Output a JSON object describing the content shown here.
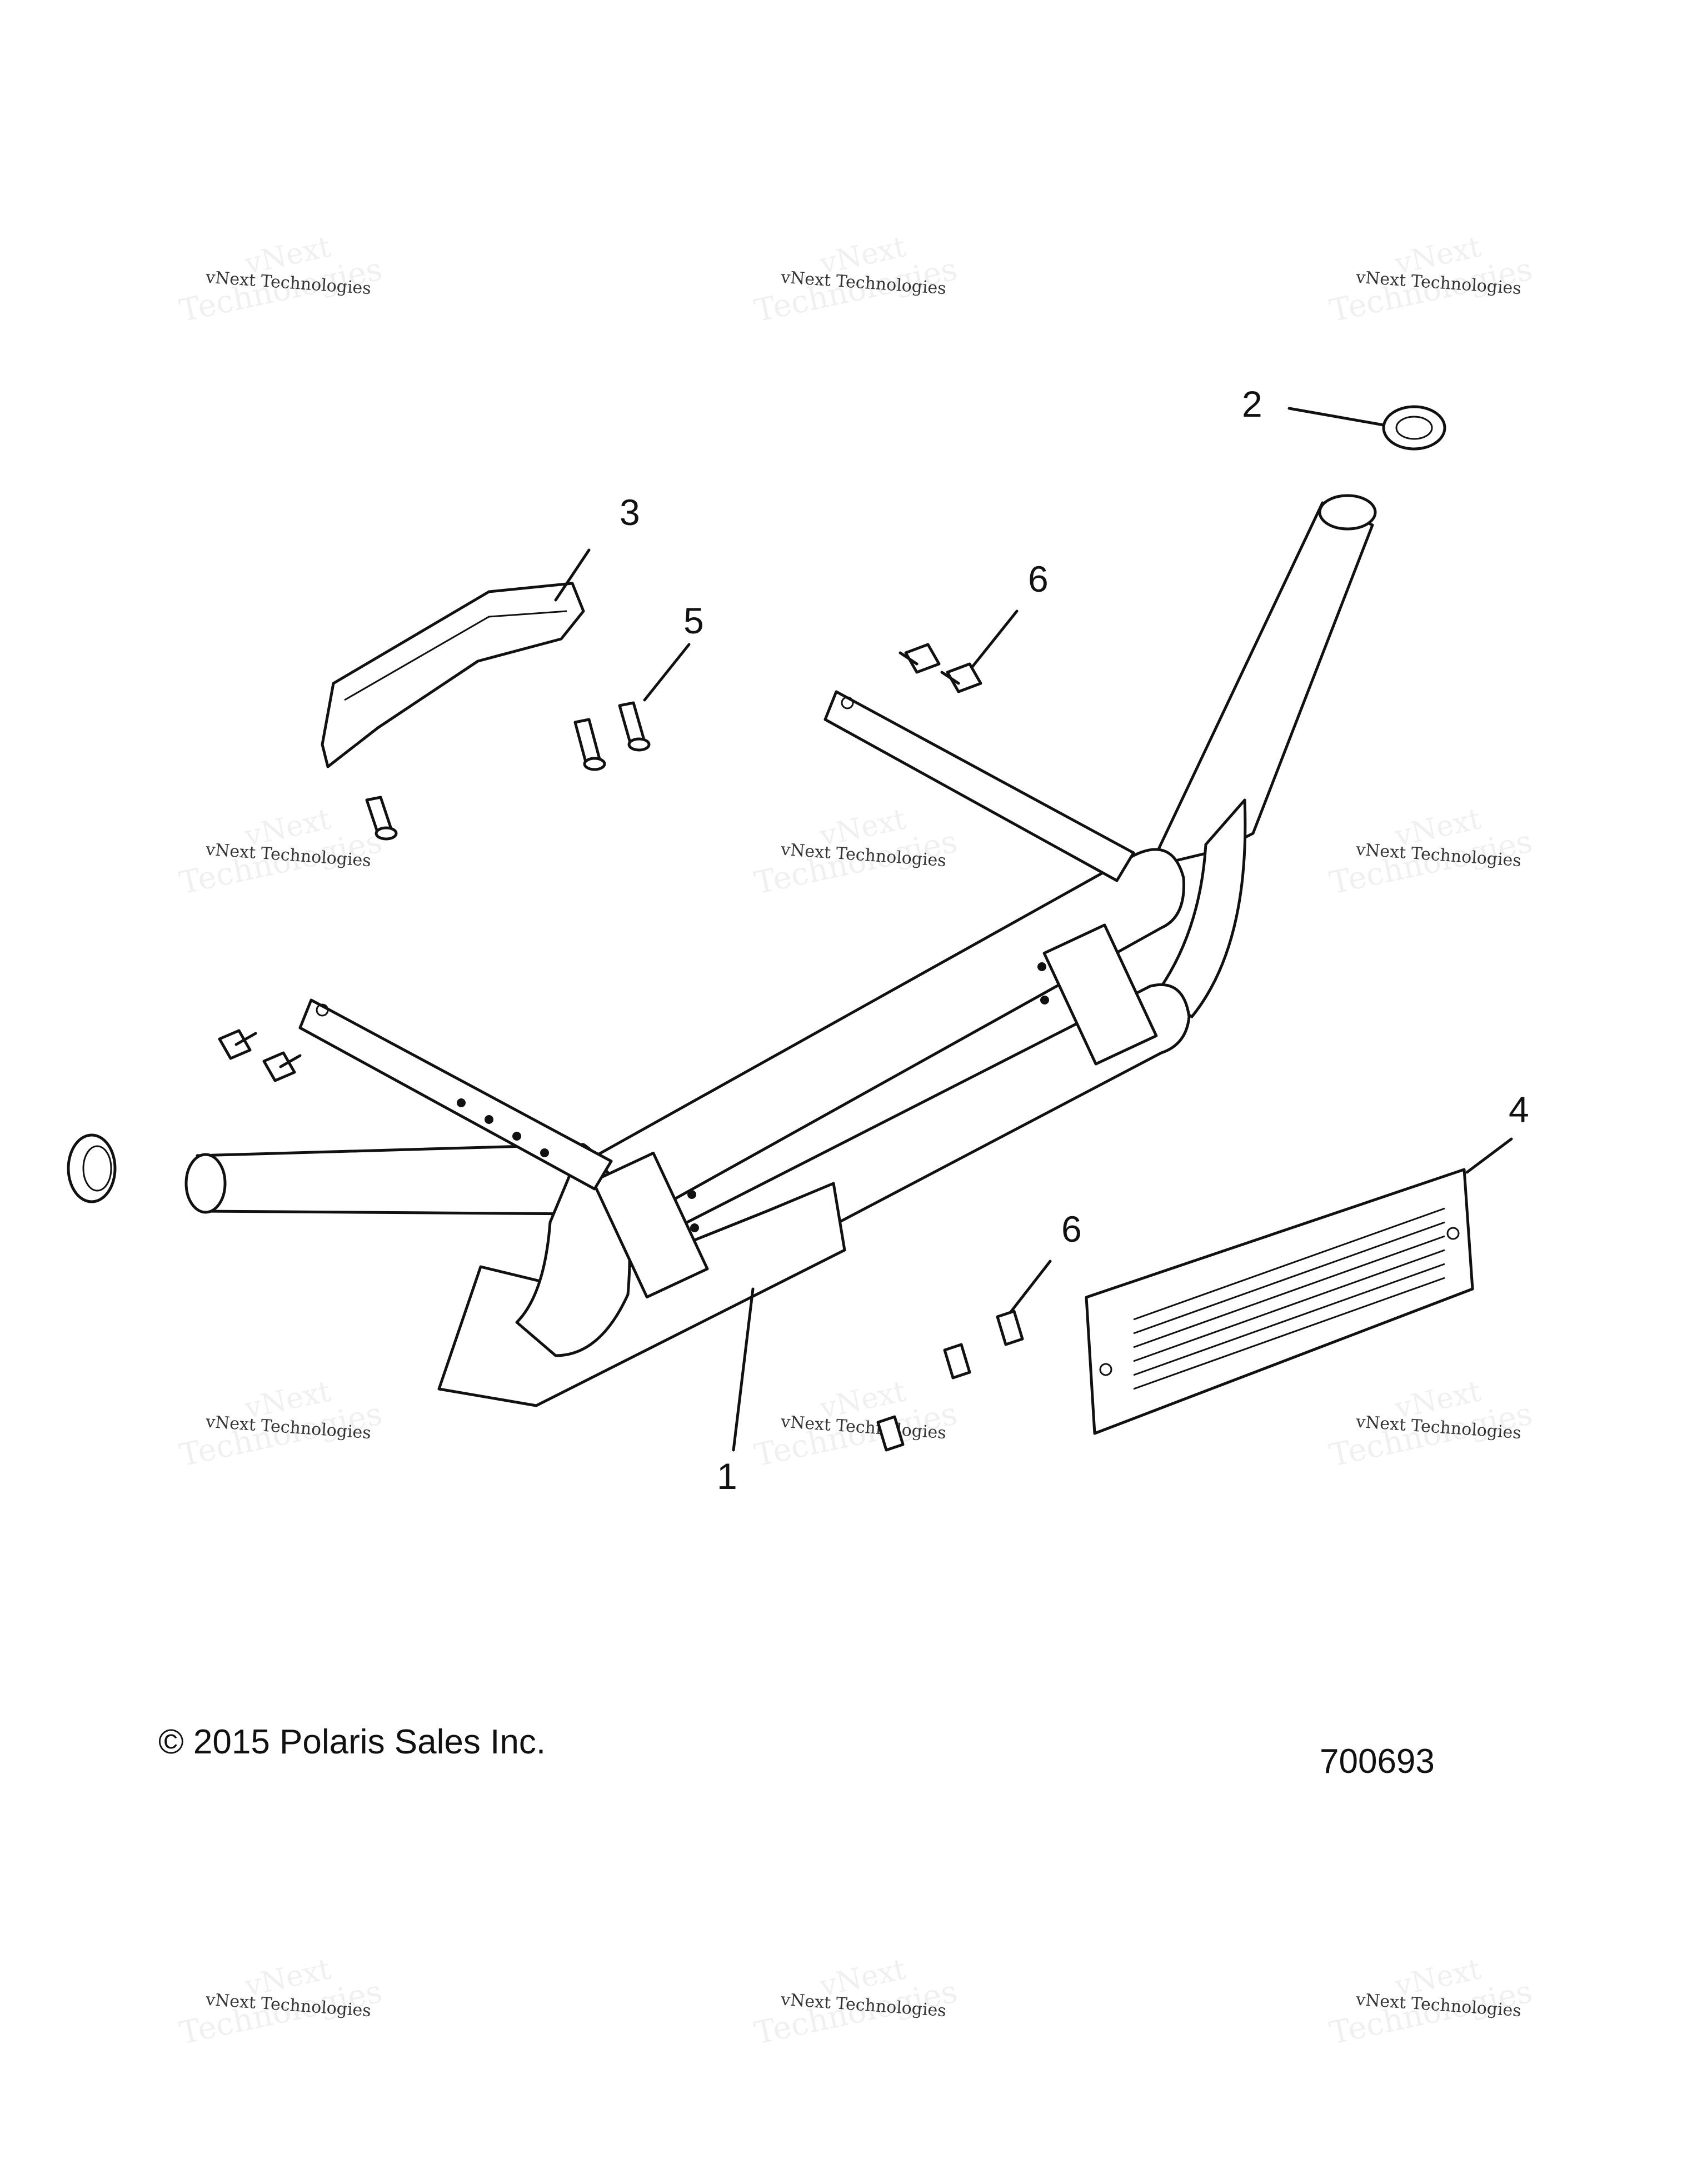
{
  "callouts": [
    {
      "id": "1",
      "label": "1"
    },
    {
      "id": "2",
      "label": "2"
    },
    {
      "id": "3",
      "label": "3"
    },
    {
      "id": "4",
      "label": "4"
    },
    {
      "id": "5",
      "label": "5"
    },
    {
      "id": "6a",
      "label": "6"
    },
    {
      "id": "6b",
      "label": "6"
    }
  ],
  "footer": {
    "copyright": "© 2015 Polaris Sales Inc.",
    "drawing_number": "700693"
  },
  "watermark": {
    "line1": "vNext Technologies",
    "big1": "Technologies",
    "big2": "vNext"
  }
}
